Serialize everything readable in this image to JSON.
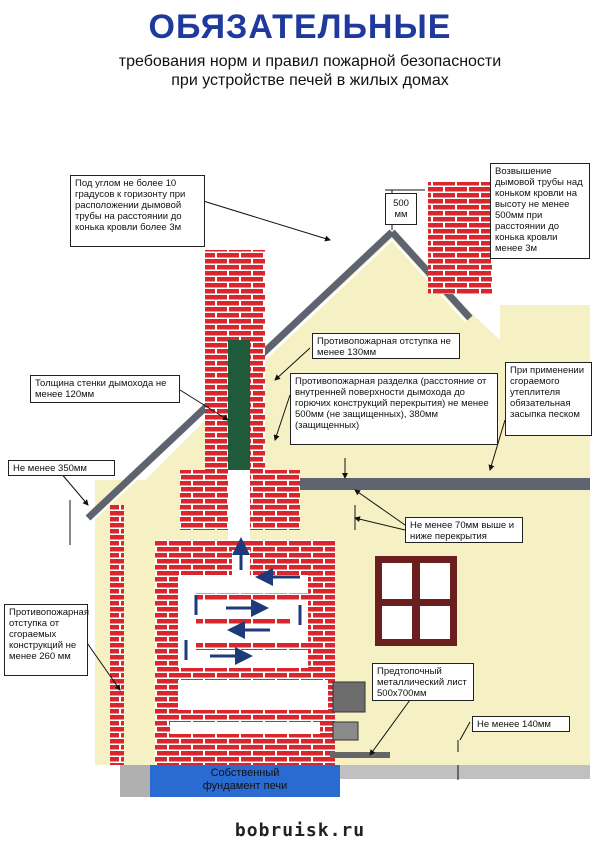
{
  "header": {
    "title": "ОБЯЗАТЕЛЬНЫЕ",
    "subtitle_line1": "требования норм и правил пожарной безопасности",
    "subtitle_line2": "при устройстве печей в жилых домах"
  },
  "callouts": {
    "roof_angle": "Под углом не более 10 градусов к горизонту при расположении дымовой трубы на расстоянии до конька кровли более 3м",
    "dim_500": "500 мм",
    "ridge_height": "Возвышение дымовой трубы над коньком кровли на высоту не менее 500мм при расстоянии до конька кровли менее 3м",
    "roof_clearance": "Противопожарная отступка не менее 130мм",
    "wall_thickness": "Толщина стенки дымохода не менее 120мм",
    "fire_cut": "Противопожарная разделка (расстояние от внутренней поверхности дымохода до горючих конструкций перекрытия) не менее 500мм (не защищенных), 380мм (защищенных)",
    "insulation": "При применении сгораемого утеплителя обязательная засыпка песком",
    "min_350": "Не менее 350мм",
    "min_70": "Не менее 70мм выше и ниже перекрытия",
    "wall_clearance": "Противопожарная отступка от сгораемых конструкций не менее 260 мм",
    "pre_furnace": "Предтопочный металлический лист 500х700мм",
    "min_140": "Не менее 140мм",
    "foundation": "Собственный фундамент печи"
  },
  "footer": {
    "site": "bobruisk.ru"
  },
  "colors": {
    "title": "#1f3a9c",
    "brick": "#d8262c",
    "mortar": "#ffffff",
    "wall": "#f6f1c4",
    "roof": "#7a7f8c",
    "flue": "#1f5a3a",
    "foundation": "#2a6bd1",
    "arrow": "#1f3a7a"
  }
}
